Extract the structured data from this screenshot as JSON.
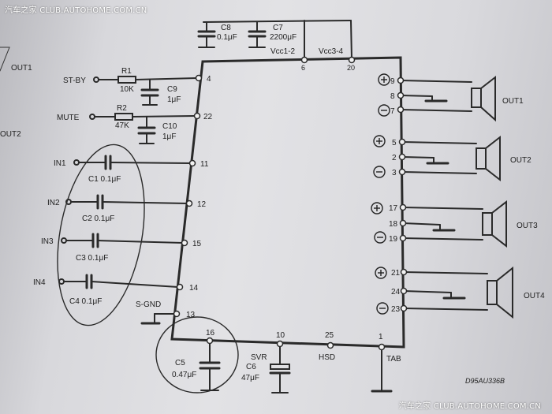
{
  "watermark": {
    "site_name": "汽车之家",
    "url": "CLUB.AUTOHOME.COM.CN"
  },
  "ic": {
    "part_code": "D95AU336B",
    "supply_labels": [
      "Vcc1-2",
      "Vcc3-4"
    ],
    "supply_pins": [
      "6",
      "20"
    ]
  },
  "left_pins": [
    {
      "net": "ST-BY",
      "pin": "4",
      "resistor": "R1",
      "resistor_value": "10K",
      "cap": "C9",
      "cap_value": "1μF"
    },
    {
      "net": "MUTE",
      "pin": "22",
      "resistor": "R2",
      "resistor_value": "47K",
      "cap": "C10",
      "cap_value": "1μF"
    }
  ],
  "inputs": [
    {
      "name": "IN1",
      "cap": "C1 0.1μF",
      "pin": "11"
    },
    {
      "name": "IN2",
      "cap": "C2 0.1μF",
      "pin": "12"
    },
    {
      "name": "IN3",
      "cap": "C3 0.1μF",
      "pin": "15"
    },
    {
      "name": "IN4",
      "cap": "C4 0.1μF",
      "pin": "14"
    }
  ],
  "ground": {
    "label": "S-GND",
    "pin": "13"
  },
  "bottom_pins": [
    {
      "pin": "16",
      "label": "C5",
      "value": "0.47μF"
    },
    {
      "pin": "10",
      "label": "SVR",
      "cap": "C6",
      "value": "47μF"
    },
    {
      "pin": "25",
      "label": "HSD"
    },
    {
      "pin": "1",
      "label": "TAB"
    }
  ],
  "top_caps": [
    {
      "name": "C8",
      "value": "0.1μF"
    },
    {
      "name": "C7",
      "value": "2200μF"
    }
  ],
  "outputs": [
    {
      "name": "OUT1",
      "pins": [
        "9",
        "8",
        "7"
      ]
    },
    {
      "name": "OUT2",
      "pins": [
        "5",
        "2",
        "3"
      ]
    },
    {
      "name": "OUT3",
      "pins": [
        "17",
        "18",
        "19"
      ]
    },
    {
      "name": "OUT4",
      "pins": [
        "21",
        "24",
        "23"
      ]
    }
  ],
  "edge_labels": [
    "OUT1",
    "OUT2"
  ]
}
